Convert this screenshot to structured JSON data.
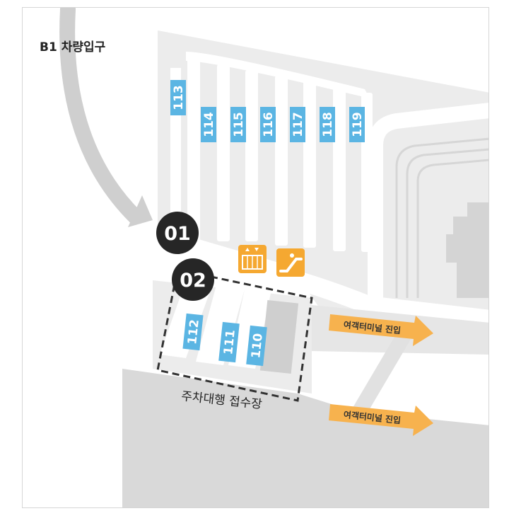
{
  "entrance_label": "B1 차량입구",
  "parking_sections": [
    {
      "id": "113"
    },
    {
      "id": "114"
    },
    {
      "id": "115"
    },
    {
      "id": "116"
    },
    {
      "id": "117"
    },
    {
      "id": "118"
    },
    {
      "id": "119"
    },
    {
      "id": "112"
    },
    {
      "id": "111"
    },
    {
      "id": "110"
    }
  ],
  "markers": [
    {
      "label": "01"
    },
    {
      "label": "02"
    }
  ],
  "valet_label": "주차대행 접수장",
  "terminal_signs": [
    {
      "text": "여객터미널 진입"
    },
    {
      "text": "여객터미널 진입"
    }
  ],
  "icons": [
    "elevator-icon",
    "escalator-icon"
  ],
  "colors": {
    "section_badge": "#5bb5e3",
    "marker": "#262626",
    "facility_icon": "#f5a831",
    "arrow": "#f7b24e",
    "road": "#d9d9d9",
    "lot": "#ececec",
    "lane": "#ffffff"
  }
}
